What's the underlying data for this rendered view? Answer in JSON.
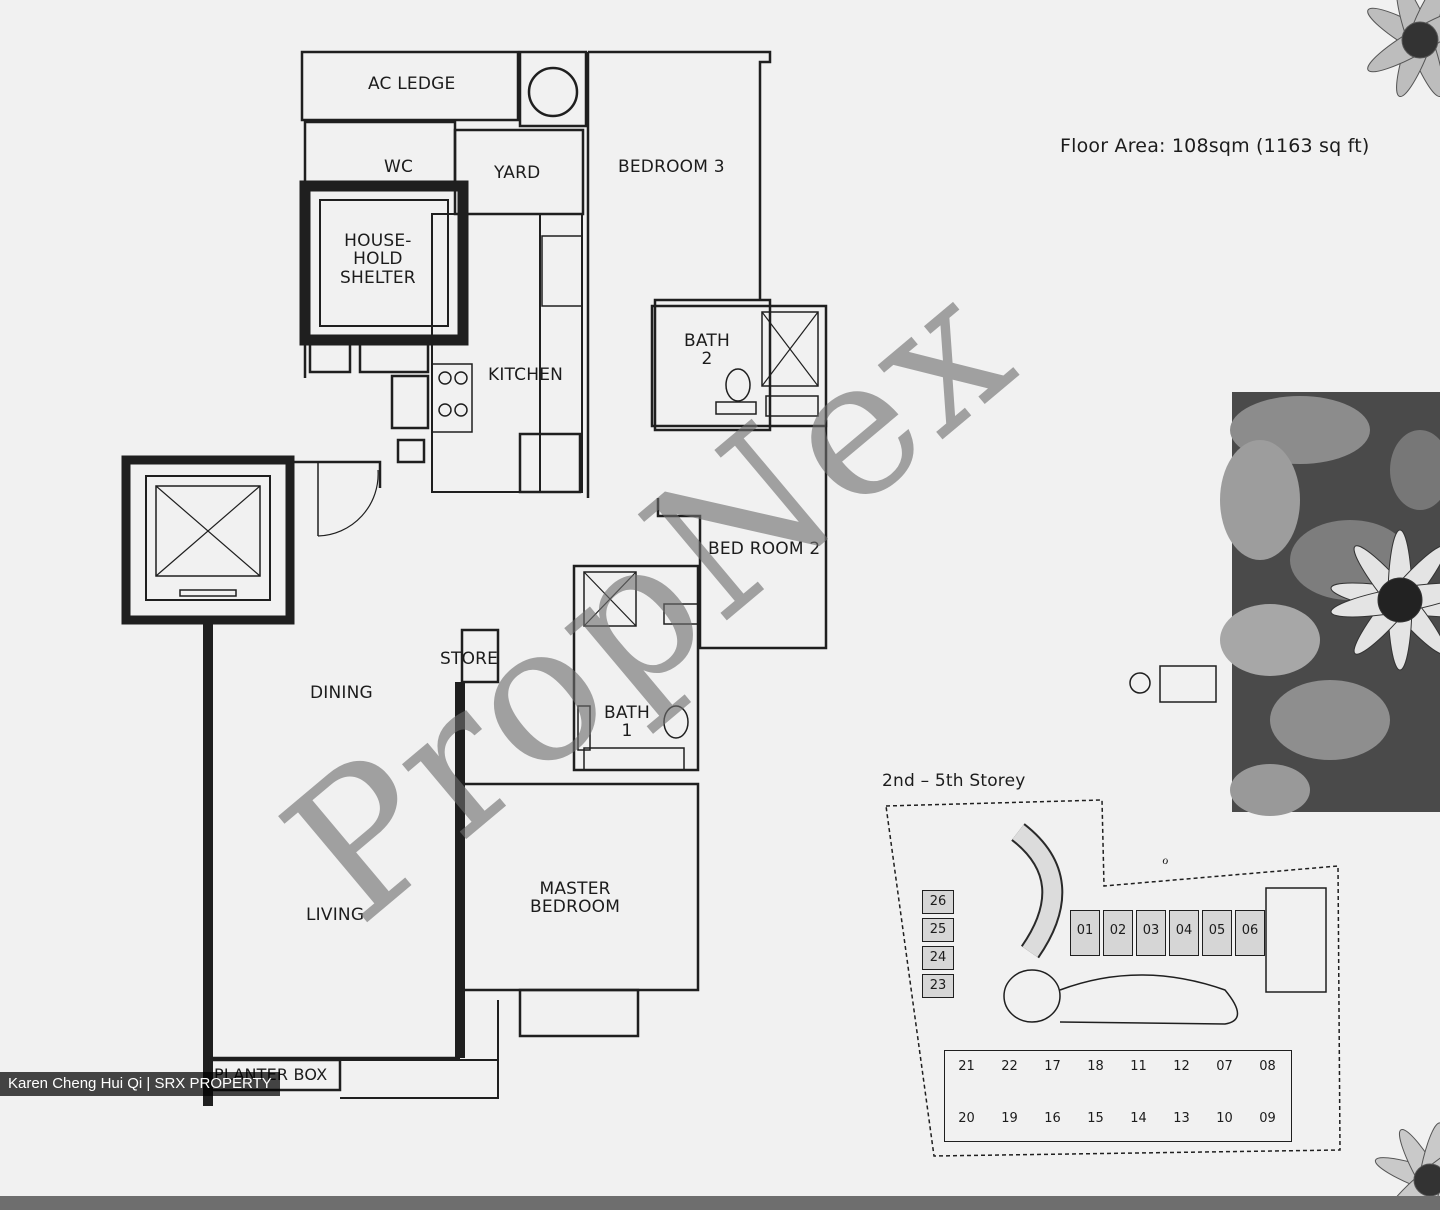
{
  "header": {
    "floor_area": "Floor Area: 108sqm (1163 sq ft)"
  },
  "rooms": {
    "ac_ledge": "AC LEDGE",
    "wc": "WC",
    "yard": "YARD",
    "bedroom3": "BEDROOM 3",
    "shelter": "HOUSE-\nHOLD\nSHELTER",
    "kitchen": "KITCHEN",
    "bath2": "BATH\n2",
    "bedroom2": "BED ROOM 2",
    "store": "STORE",
    "dining": "DINING",
    "bath1": "BATH\n1",
    "master_bedroom": "MASTER\nBEDROOM",
    "living": "LIVING",
    "planter_box": "PLANTER BOX"
  },
  "key_plan": {
    "title": "2nd – 5th Storey",
    "top_row": [
      "01",
      "02",
      "03",
      "04",
      "05",
      "06"
    ],
    "left_column": [
      "26",
      "25",
      "24",
      "23"
    ],
    "block_row1": [
      "21",
      "22",
      "17",
      "18",
      "11",
      "12",
      "07",
      "08"
    ],
    "block_row2": [
      "20",
      "19",
      "16",
      "15",
      "14",
      "13",
      "10",
      "09"
    ]
  },
  "watermark": "PropNex",
  "credit": "Karen Cheng Hui Qi | SRX PROPERTY",
  "colors": {
    "line": "#1f1f1f",
    "watermark": "#8a8a8a",
    "credit_bg": "#000000",
    "background": "#f1f1f1"
  }
}
